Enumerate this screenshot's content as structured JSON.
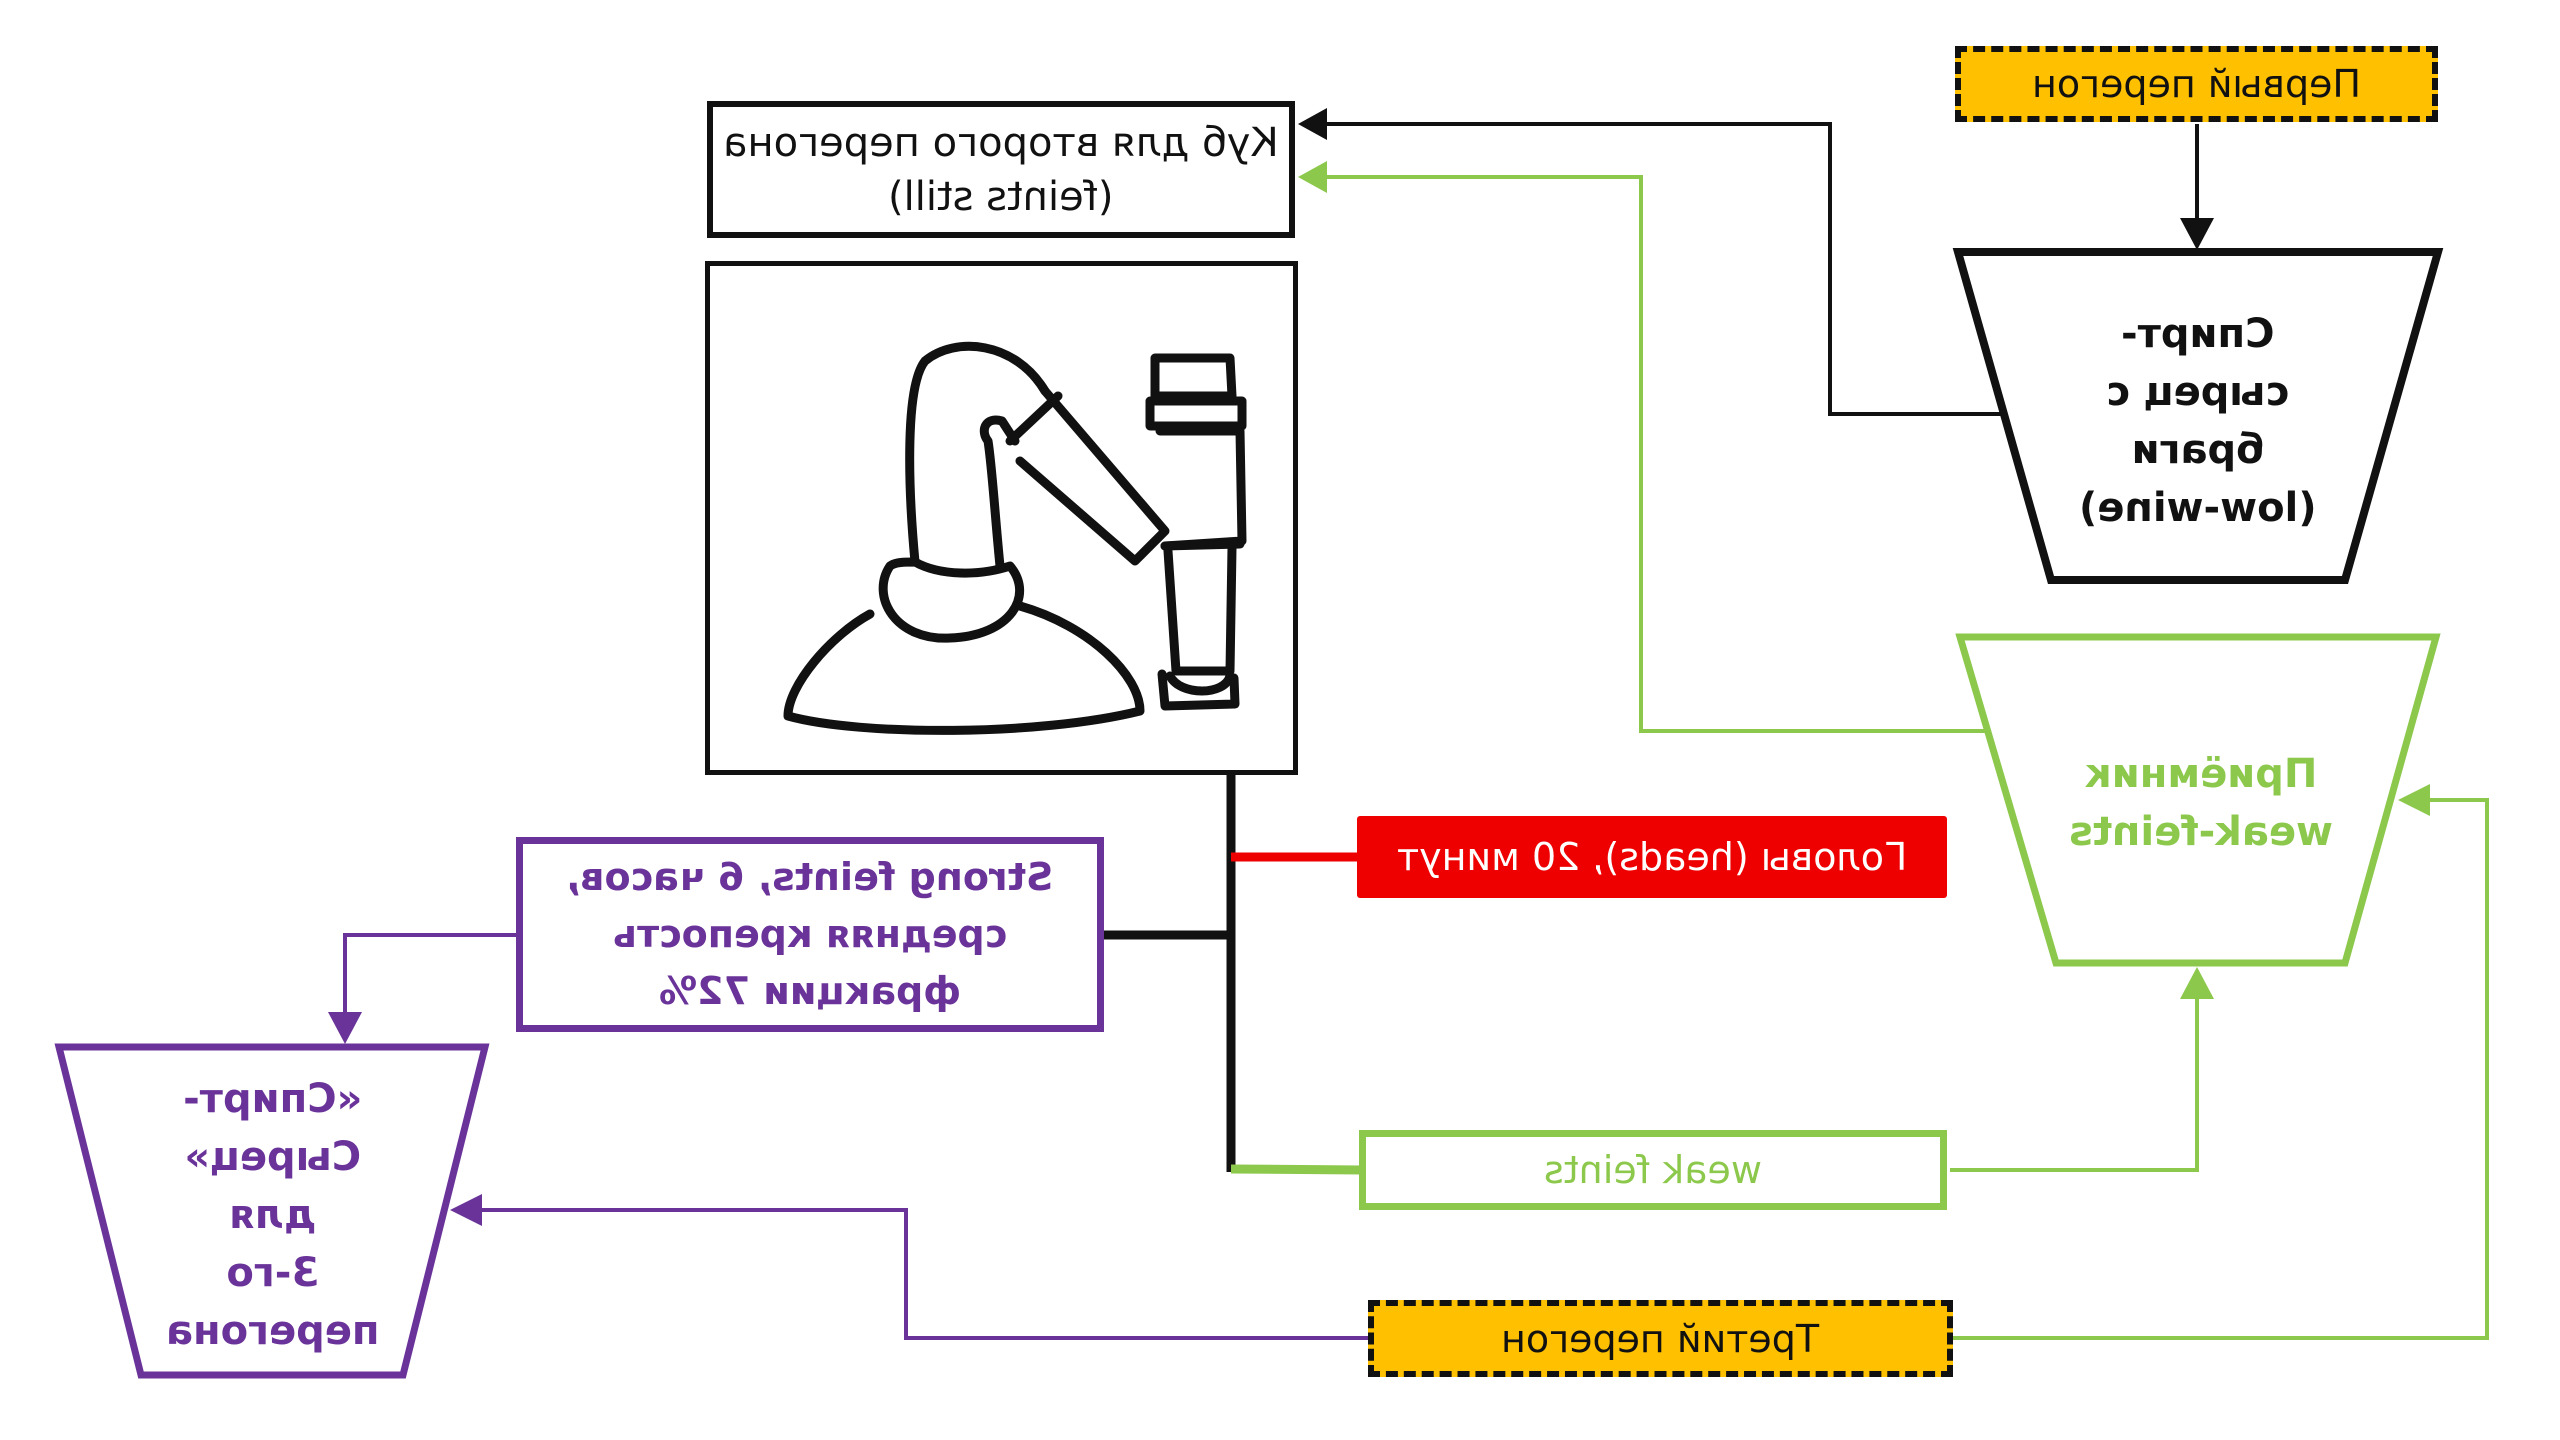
{
  "diagram": {
    "orientation": "mirrored-horizontally",
    "colors": {
      "stage": "#FFC000",
      "heads": "#EE0000",
      "strong_feints": "#6A3399",
      "weak_feints": "#8CC84B",
      "default": "#111111"
    },
    "nodes": {
      "first_distillation": {
        "label": "Первый перегон"
      },
      "feints_still": {
        "line1": "Куб для второго перегона",
        "line2": "(feints still)"
      },
      "still_illustration": {
        "icon": "pot-still-icon"
      },
      "low_wine_receiver": {
        "lines": [
          "Спирт-",
          "сырец с",
          "браги",
          "(low-wine)"
        ]
      },
      "weak_feints_receiver": {
        "lines": [
          "Приёмник",
          "weak-feints"
        ]
      },
      "heads": {
        "label": "Головы (heads), 20 минут"
      },
      "strong_feints": {
        "lines": [
          "Strong feints, 6 часов,",
          "средняя крепость",
          "фракции 72%"
        ]
      },
      "third_spirit_receiver": {
        "lines": [
          "«Спирт-",
          "Сырец»",
          "для",
          "3-го",
          "перегона"
        ]
      },
      "weak_feints": {
        "label": "weak feints"
      },
      "third_distillation": {
        "label": "Третий перегон"
      }
    },
    "edges": [
      {
        "from": "first_distillation",
        "to": "low_wine_receiver",
        "color": "default"
      },
      {
        "from": "low_wine_receiver",
        "to": "feints_still",
        "color": "default"
      },
      {
        "from": "weak_feints_receiver",
        "to": "feints_still",
        "color": "weak_feints"
      },
      {
        "from": "feints_still",
        "to": "heads",
        "color": "heads"
      },
      {
        "from": "feints_still",
        "to": "strong_feints",
        "color": "default"
      },
      {
        "from": "feints_still",
        "to": "weak_feints",
        "color": "weak_feints"
      },
      {
        "from": "strong_feints",
        "to": "third_spirit_receiver",
        "color": "strong_feints"
      },
      {
        "from": "weak_feints",
        "to": "weak_feints_receiver",
        "color": "weak_feints"
      },
      {
        "from": "third_distillation",
        "to": "third_spirit_receiver",
        "color": "strong_feints"
      },
      {
        "from": "third_distillation",
        "to": "weak_feints_receiver",
        "color": "weak_feints"
      }
    ]
  }
}
